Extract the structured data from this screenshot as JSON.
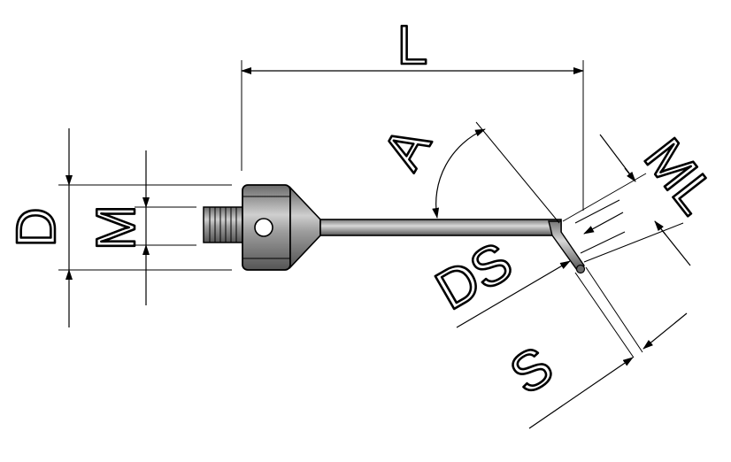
{
  "labels": {
    "L": "L",
    "D": "D",
    "M": "M",
    "A": "A",
    "ML": "ML",
    "DS": "DS",
    "S": "S"
  },
  "colors": {
    "outline": "#000000",
    "metal_dark": "#5a5a5a",
    "metal_mid": "#9a9a9a",
    "metal_light": "#d8d8d8",
    "background": "#ffffff"
  }
}
